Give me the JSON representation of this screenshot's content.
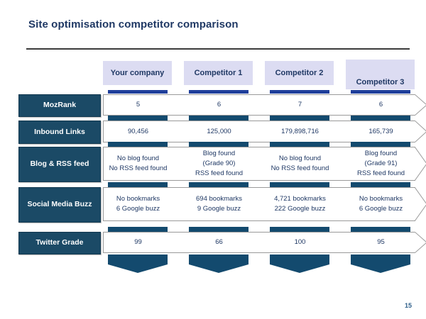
{
  "slide": {
    "title": "Site optimisation competitor comparison",
    "page_number": "15"
  },
  "colors": {
    "title_navy": "#1f3864",
    "header_fill": "#dcdcf2",
    "row_label_fill": "#1b4a66",
    "pillar_navy": "#134a6e",
    "pillar_top_blue": "#1f3f9b",
    "chevron_outline": "#9a9a9a",
    "rule": "#3b3b3b"
  },
  "columns": [
    {
      "label": "Your company"
    },
    {
      "label": "Competitor 1"
    },
    {
      "label": "Competitor 2"
    },
    {
      "label": "Competitor 3"
    }
  ],
  "rows": [
    {
      "label": "MozRank",
      "cells": [
        [
          "5"
        ],
        [
          "6"
        ],
        [
          "7"
        ],
        [
          "6"
        ]
      ]
    },
    {
      "label": "Inbound Links",
      "cells": [
        [
          "90,456"
        ],
        [
          "125,000"
        ],
        [
          "179,898,716"
        ],
        [
          "165,739"
        ]
      ]
    },
    {
      "label": "Blog & RSS feed",
      "cells": [
        [
          "No blog found",
          "No RSS feed found"
        ],
        [
          "Blog found",
          "(Grade 90)",
          "RSS feed found"
        ],
        [
          "No blog found",
          "No RSS feed found"
        ],
        [
          "Blog found",
          "(Grade 91)",
          "RSS feed found"
        ]
      ]
    },
    {
      "label": "Social Media Buzz",
      "cells": [
        [
          "No bookmarks",
          "6 Google buzz"
        ],
        [
          "694 bookmarks",
          "9 Google buzz"
        ],
        [
          "4,721 bookmarks",
          "222 Google buzz"
        ],
        [
          "No bookmarks",
          "6 Google buzz"
        ]
      ]
    },
    {
      "label": "Twitter Grade",
      "cells": [
        [
          "99"
        ],
        [
          "66"
        ],
        [
          "100"
        ],
        [
          "95"
        ]
      ]
    }
  ]
}
